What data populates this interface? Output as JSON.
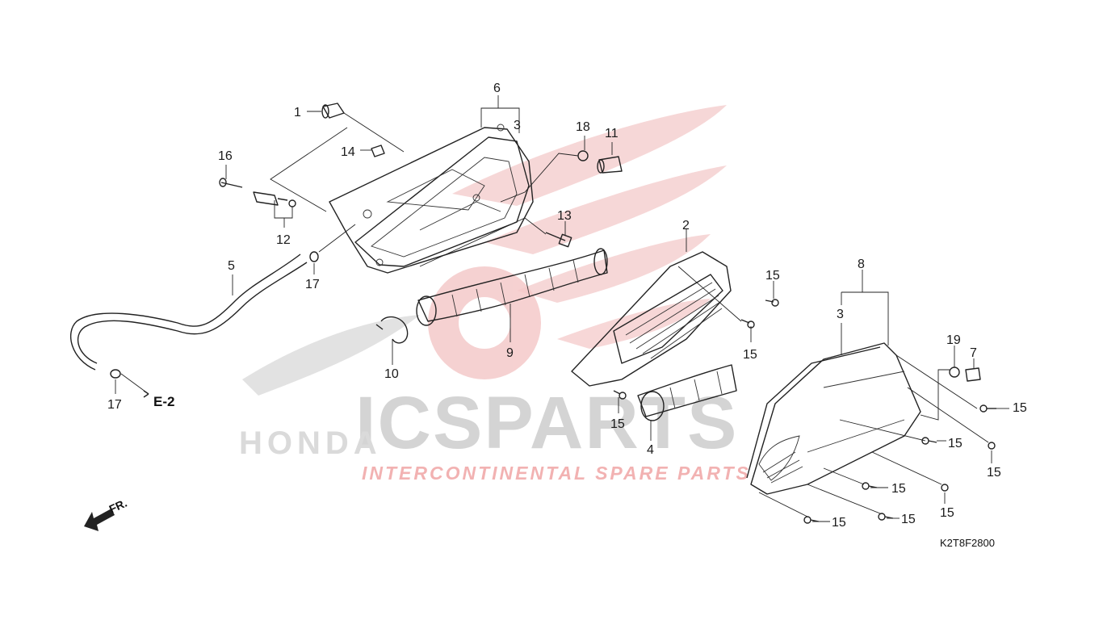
{
  "diagram": {
    "code": "K2T8F2800",
    "direction_label": "FR.",
    "ref_label": "E-2",
    "watermark": {
      "brand": "ICSPARTS",
      "tagline": "INTERCONTINENTAL SPARE PARTS",
      "honda": "HONDA"
    },
    "callouts": [
      "1",
      "2",
      "3",
      "3",
      "4",
      "5",
      "6",
      "7",
      "8",
      "9",
      "10",
      "11",
      "12",
      "13",
      "14",
      "15",
      "16",
      "17",
      "17",
      "18",
      "19"
    ],
    "labels": {
      "n1": "1",
      "n2": "2",
      "n3a": "3",
      "n3b": "3",
      "n4": "4",
      "n5": "5",
      "n6": "6",
      "n7": "7",
      "n8": "8",
      "n9": "9",
      "n10": "10",
      "n11": "11",
      "n12": "12",
      "n13": "13",
      "n14": "14",
      "n15": "15",
      "n16": "16",
      "n17": "17",
      "n18": "18",
      "n19": "19"
    }
  }
}
